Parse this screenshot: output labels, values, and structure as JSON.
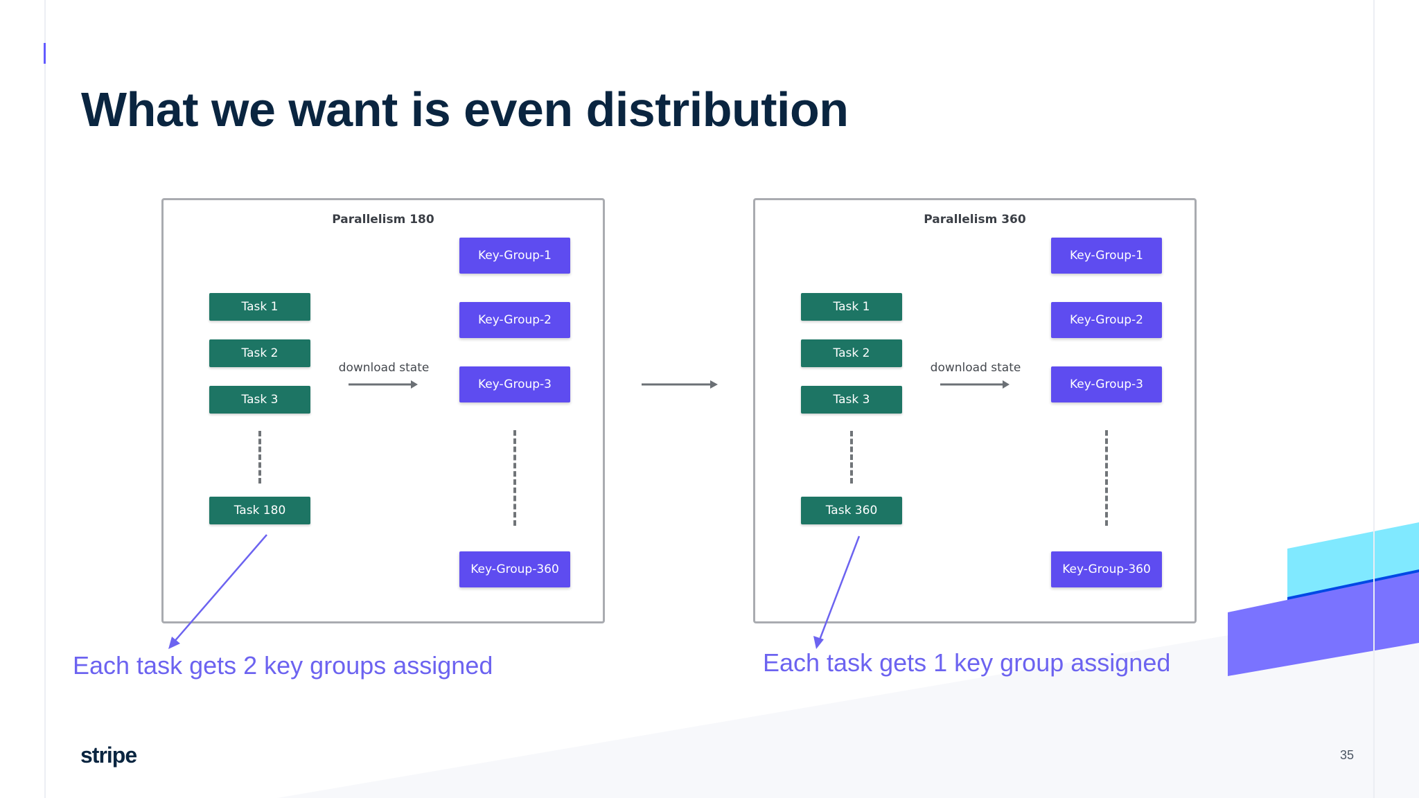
{
  "slide": {
    "title": "What we want is even distribution",
    "page_number": "35",
    "logo_text": "stripe",
    "accent_color": "#635bff",
    "title_color": "#0a2540"
  },
  "panels": [
    {
      "title": "Parallelism 180",
      "tasks": [
        "Task 1",
        "Task 2",
        "Task 3"
      ],
      "last_task": "Task 180",
      "arrow_label": "download state",
      "key_groups": [
        "Key-Group-1",
        "Key-Group-2",
        "Key-Group-3"
      ],
      "last_key_group": "Key-Group-360"
    },
    {
      "title": "Parallelism 360",
      "tasks": [
        "Task 1",
        "Task 2",
        "Task 3"
      ],
      "last_task": "Task 360",
      "arrow_label": "download state",
      "key_groups": [
        "Key-Group-1",
        "Key-Group-2",
        "Key-Group-3"
      ],
      "last_key_group": "Key-Group-360"
    }
  ],
  "captions": {
    "left": "Each task gets 2 key groups assigned",
    "right": "Each task gets 1 key group assigned"
  },
  "colors": {
    "task": "#1d7564",
    "key_group": "#5e4cf0",
    "annotation": "#6c63f0"
  },
  "icons": [
    "right-arrow-icon",
    "annotation-arrow-icon"
  ]
}
